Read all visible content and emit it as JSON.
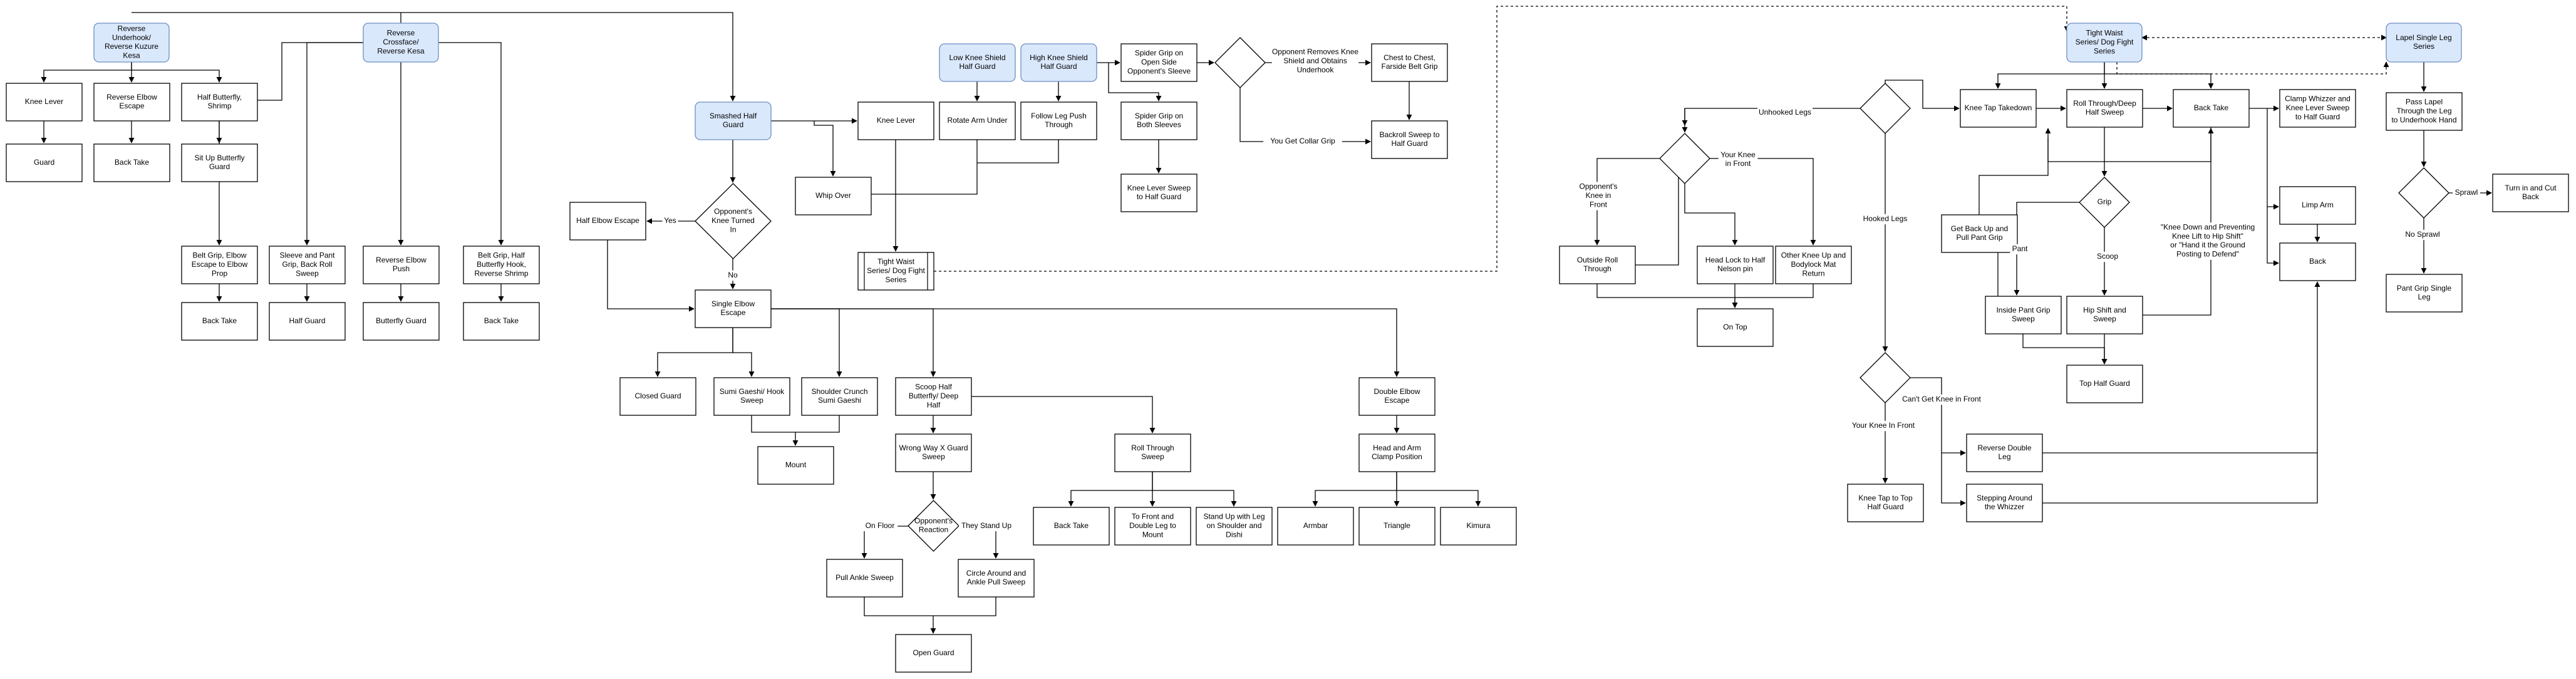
{
  "colors": {
    "blue_fill": "#dae8fc",
    "blue_stroke": "#6c8ebf",
    "line": "#000000",
    "fill": "#ffffff"
  },
  "nodes": {
    "reverse_underhook": "Reverse Underhook/ Reverse Kuzure Kesa",
    "knee_lever_1": "Knee Lever",
    "reverse_elbow_escape": "Reverse Elbow Escape",
    "half_butterfly_shrimp": "Half Butterfly, Shrimp",
    "guard_1": "Guard",
    "back_take_1": "Back Take",
    "sit_up_butterfly": "Sit Up Butterfly Guard",
    "reverse_crossface": "Reverse Crossface/ Reverse Kesa",
    "belt_grip_elbow": "Belt Grip, Elbow Escape to Elbow Prop",
    "sleeve_pant_grip": "Sleeve and Pant Grip, Back Roll Sweep",
    "reverse_elbow_push": "Reverse Elbow Push",
    "belt_grip_half_butterfly": "Belt Grip, Half Butterfly Hook, Reverse Shrimp",
    "back_take_2": "Back Take",
    "half_guard_1": "Half Guard",
    "butterfly_guard": "Butterfly Guard",
    "back_take_3": "Back Take",
    "smashed_half_guard": "Smashed Half Guard",
    "knee_lever_2": "Knee Lever",
    "whip_over": "Whip Over",
    "tight_waist_small": "Tight Waist Series/ Dog Fight Series",
    "opponents_knee_turned": "Opponent's Knee Turned In",
    "half_elbow_escape": "Half Elbow Escape",
    "yes": "Yes",
    "no": "No",
    "single_elbow_escape": "Single Elbow Escape",
    "closed_guard": "Closed Guard",
    "sumi_gaeshi_hook": "Sumi Gaeshi/ Hook Sweep",
    "shoulder_crunch": "Shoulder Crunch Sumi Gaeshi",
    "mount_1": "Mount",
    "scoop_half_butterfly": "Scoop Half Butterfly/ Deep Half",
    "wrong_way_x": "Wrong Way X Guard Sweep",
    "opponents_reaction": "Opponent's Reaction",
    "on_floor": "On Floor",
    "they_stand_up": "They Stand Up",
    "pull_ankle_sweep": "Pull Ankle Sweep",
    "circle_around": "Circle Around and Ankle Pull Sweep",
    "open_guard": "Open Guard",
    "roll_through_sweep": "Roll Through Sweep",
    "back_take_4": "Back Take",
    "to_front_double_leg": "To Front and Double Leg to Mount",
    "stand_up_with_leg": "Stand Up with Leg on Shoulder and Dishi",
    "double_elbow_escape": "Double Elbow Escape",
    "head_arm_clamp": "Head and Arm Clamp Position",
    "armbar": "Armbar",
    "triangle": "Triangle",
    "kimura": "Kimura",
    "low_knee_shield": "Low Knee Shield Half Guard",
    "rotate_arm_under": "Rotate Arm Under",
    "high_knee_shield": "High Knee Shield Half Guard",
    "follow_leg_push": "Follow Leg Push Through",
    "spider_grip_open": "Spider Grip on Open Side Opponent's Sleeve",
    "spider_grip_both": "Spider Grip on Both Sleeves",
    "knee_lever_sweep": "Knee Lever Sweep to Half Guard",
    "opponent_removes": "Opponent Removes Knee Shield and Obtains Underhook",
    "you_get_collar": "You Get Collar Grip",
    "chest_to_chest": "Chest to Chest, Farside Belt Grip",
    "backroll_sweep": "Backroll Sweep to Half Guard",
    "tight_waist_series": "Tight Waist Series/ Dog Fight Series",
    "lapel_single_leg": "Lapel Single Leg Series",
    "unhooked_legs": "Unhooked Legs",
    "hooked_legs": "Hooked Legs",
    "your_knee_in_front": "Your Knee in Front",
    "opponents_knee_in_front": "Opponent's Knee in Front",
    "outside_roll_through": "Outside Roll Through",
    "head_lock_half_nelson": "Head Lock to Half Nelson pin",
    "other_knee_up": "Other Knee Up and Bodylock Mat Return",
    "on_top": "On Top",
    "knee_tap_takedown": "Knee Tap Takedown",
    "roll_through_deep_half": "Roll Through/Deep Half Sweep",
    "back_take_5": "Back Take",
    "clamp_whizzer": "Clamp Whizzer and Knee Lever Sweep to Half Guard",
    "grip": "Grip",
    "pant": "Pant",
    "scoop": "Scoop",
    "get_back_up": "Get Back Up and Pull Pant Grip",
    "inside_pant_grip": "Inside Pant Grip Sweep",
    "hip_shift_sweep": "Hip Shift and Sweep",
    "top_half_guard": "Top Half Guard",
    "knee_down_quote": "\"Knee Down and Preventing Knee Lift to Hip Shift\" or \"Hand it the Ground Posting to Defend\"",
    "limp_arm": "Limp Arm",
    "back_6": "Back",
    "cant_get_knee": "Can't Get Knee in Front",
    "your_knee_in_front_2": "Your Knee In Front",
    "reverse_double_leg": "Reverse Double Leg",
    "knee_tap_top_half": "Knee Tap to Top Half Guard",
    "stepping_around": "Stepping Around the Whizzer",
    "pass_lapel": "Pass Lapel Through the Leg to Underhook Hand",
    "sprawl": "Sprawl",
    "no_sprawl": "No Sprawl",
    "turn_in_cut_back": "Turn in and Cut Back",
    "pant_grip_single": "Pant Grip Single Leg"
  }
}
